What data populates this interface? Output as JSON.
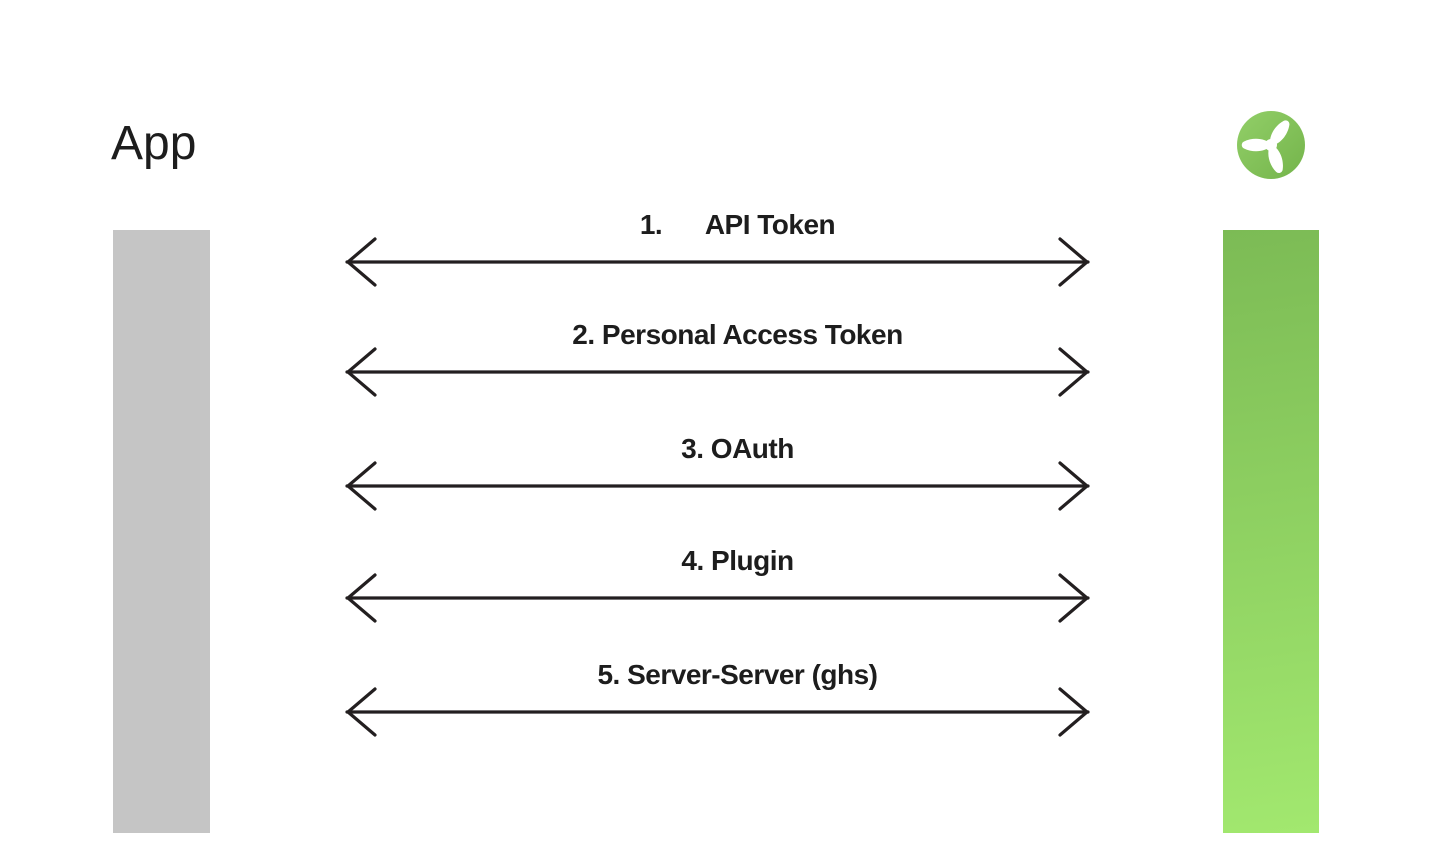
{
  "theme": {
    "background": "#ffffff",
    "text_color": "#1d1d1d",
    "arrow_color": "#231f20",
    "left_bar_color": "#c5c5c5",
    "right_bar_green_top": "#7cbb55",
    "right_bar_green_bottom": "#a2e86f",
    "logo_green_light": "#92cf68",
    "logo_green_dark": "#74b44b",
    "logo_blade_color": "#ffffff"
  },
  "left_entity": {
    "title": "App",
    "bar_color": "#c5c5c5"
  },
  "right_entity": {
    "logo_icon": "propeller-logo",
    "bar_gradient": [
      "#7cbb55",
      "#a2e86f"
    ]
  },
  "diagram": {
    "connections": [
      {
        "label": "1.      API Token"
      },
      {
        "label": "2. Personal Access Token"
      },
      {
        "label": "3. OAuth"
      },
      {
        "label": "4. Plugin"
      },
      {
        "label": "5. Server-Server (ghs)"
      }
    ]
  }
}
